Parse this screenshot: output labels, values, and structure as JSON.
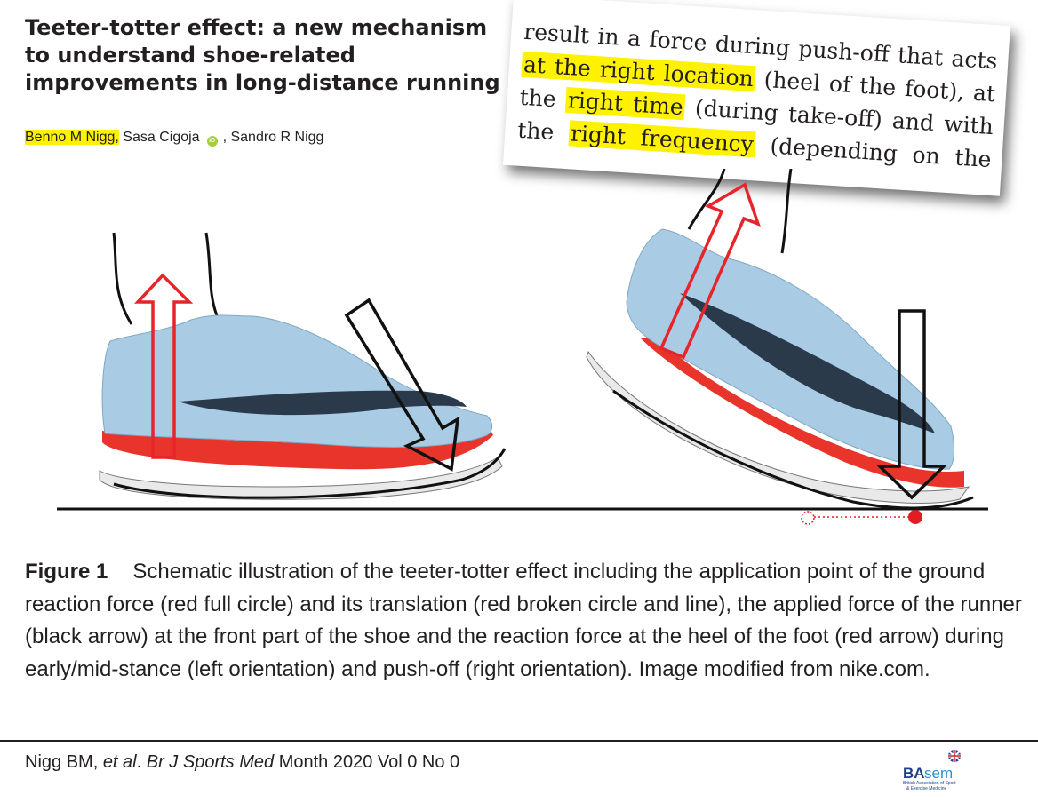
{
  "title_lines": [
    "Teeter-totter effect: a new mechanism",
    "to understand shoe-related",
    "improvements in long-distance running"
  ],
  "authors": {
    "first": "Benno M Nigg,",
    "second": "Sasa Cigoja",
    "third": ", Sandro R Nigg",
    "orcid_icon": "orcid-icon"
  },
  "quote": {
    "line1": "result in a force during push-off that acts",
    "line2_hl": "at the right location",
    "line2_rest": "(heel of the foot), at",
    "line3_pre": "the",
    "line3_hl": "right time",
    "line3_rest": "(during take-off) and with",
    "line4_pre": "the",
    "line4_hl": "right frequency",
    "line4_rest": "(depending on the",
    "highlight_color": "#fff200"
  },
  "figure": {
    "colors": {
      "red_arrow": "#e8242b",
      "black_arrow": "#1a1a1a",
      "shoe_upper": "#a9cbe4",
      "midsole": "#e8342b",
      "swoosh": "#2a3a4a",
      "ground": "#111111",
      "grf_point": "#e31b23"
    }
  },
  "caption": {
    "label": "Figure 1",
    "text": "Schematic illustration of the teeter-totter effect including the application point of the ground reaction force (red full circle) and its translation (red broken circle and line), the applied force of the runner (black arrow) at the front part of the shoe and the reaction force at the heel of the foot (red arrow) during early/mid-stance (left orientation) and push-off (right orientation). Image modified from nike.com."
  },
  "footer": {
    "authors": "Nigg BM,",
    "etal": "et al",
    "journal": "Br J Sports Med",
    "rest": "Month 2020 Vol 0 No 0"
  },
  "logo": {
    "main_ba": "BA",
    "main_sem": "sem",
    "sub1": "British Association of Sport",
    "sub2": "& Exercise Medicine",
    "flag_icon": "union-flag-icon"
  }
}
